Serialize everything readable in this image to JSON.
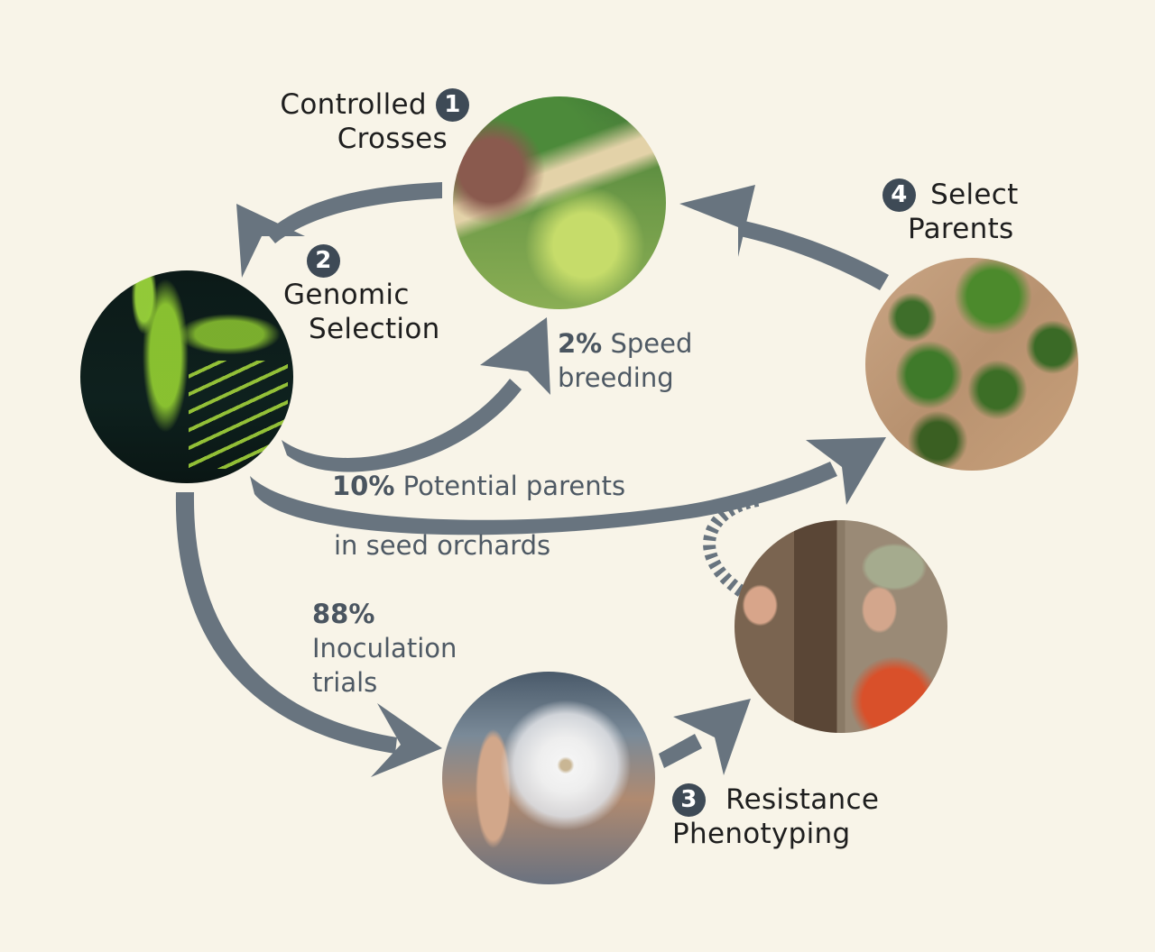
{
  "colors": {
    "background": "#f8f4e8",
    "arrow": "#68747f",
    "badge": "#3e4a56",
    "label_text": "#1e1e1e",
    "stat_text": "#4e5964"
  },
  "steps": [
    {
      "number": "1",
      "line1": "Controlled",
      "line2": "Crosses",
      "photo": "chestnut-burr-photo"
    },
    {
      "number": "2",
      "line1": "Genomic",
      "line2": "Selection",
      "photo": "dna-helix-photo"
    },
    {
      "number": "3",
      "line1": "Resistance",
      "line2": "Phenotyping",
      "photo": "researcher-tree-photo"
    },
    {
      "number": "4",
      "line1": "Select",
      "line2": "Parents",
      "photo": "aerial-orchard-photo"
    }
  ],
  "flows": {
    "speed_breeding": {
      "percent": "2%",
      "line1": "Speed",
      "line2": "breeding"
    },
    "potential_parents": {
      "percent": "10%",
      "line1": "Potential parents",
      "line2": "in seed orchards"
    },
    "inoculation": {
      "percent": "88%",
      "line1": "Inoculation",
      "line2": "trials"
    }
  },
  "photos": {
    "inoculation": "petri-dish-photo"
  }
}
